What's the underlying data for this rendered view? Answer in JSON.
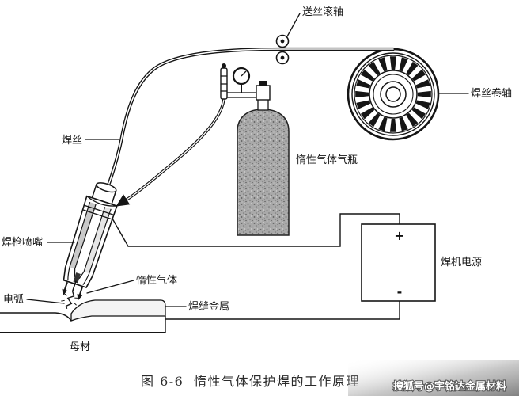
{
  "labels": {
    "wire_feed_rollers": "送丝滚轴",
    "wire_spool": "焊丝卷轴",
    "welding_wire": "焊丝",
    "gas_cylinder": "惰性气体气瓶",
    "torch_nozzle": "焊枪喷嘴",
    "power_supply": "焊机电源",
    "inert_gas": "惰性气体",
    "arc": "电弧",
    "weld_metal": "焊缝金属",
    "base_metal": "母材"
  },
  "power_supply": {
    "positive_terminal": "+",
    "negative_terminal": "-"
  },
  "caption": {
    "figure_number": "图 6-6",
    "title": "惰性气体保护焊的工作原理"
  },
  "watermark": "搜狐号@宇铭达金属材料"
}
